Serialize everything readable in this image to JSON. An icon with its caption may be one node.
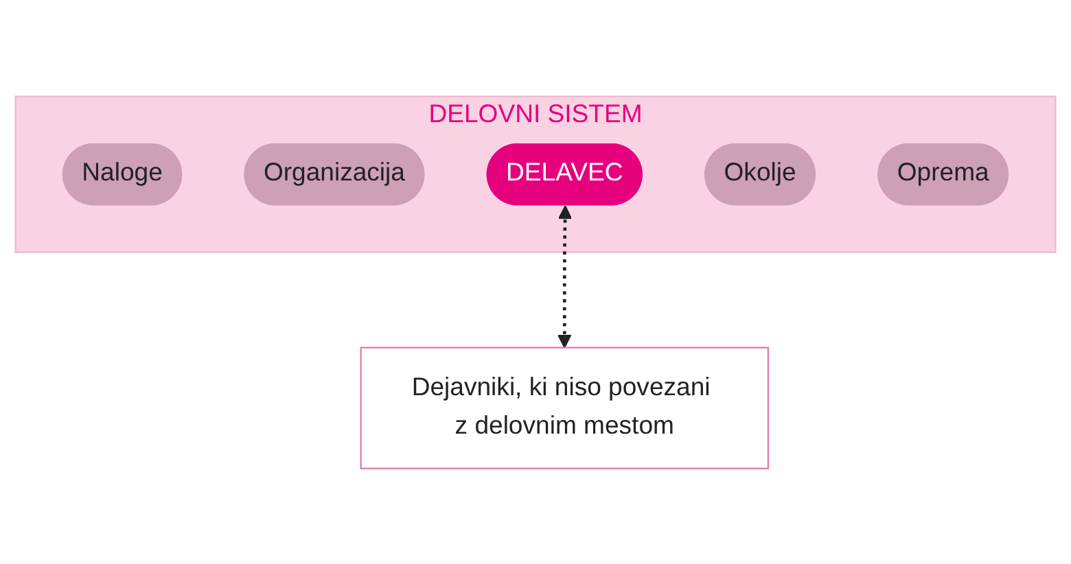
{
  "diagram": {
    "nodes": [
      {
        "text": [
          "DELOVNI SISTEM"
        ]
      },
      {
        "text": [
          "Naloge"
        ],
        "in": 0
      },
      {
        "text": [
          "Organizacija"
        ],
        "in": 0
      },
      {
        "text": [
          "DELAVEC"
        ],
        "in": 0
      },
      {
        "text": [
          "Okolje"
        ],
        "in": 0
      },
      {
        "text": [
          "Oprema"
        ],
        "in": 0
      },
      {
        "text": [
          "Dejavniki, ki niso povezani z delovnim mestom"
        ]
      }
    ],
    "edges": [
      {
        "from": 3,
        "to": 6,
        "arrow": "both",
        "style": "dashed"
      }
    ]
  }
}
